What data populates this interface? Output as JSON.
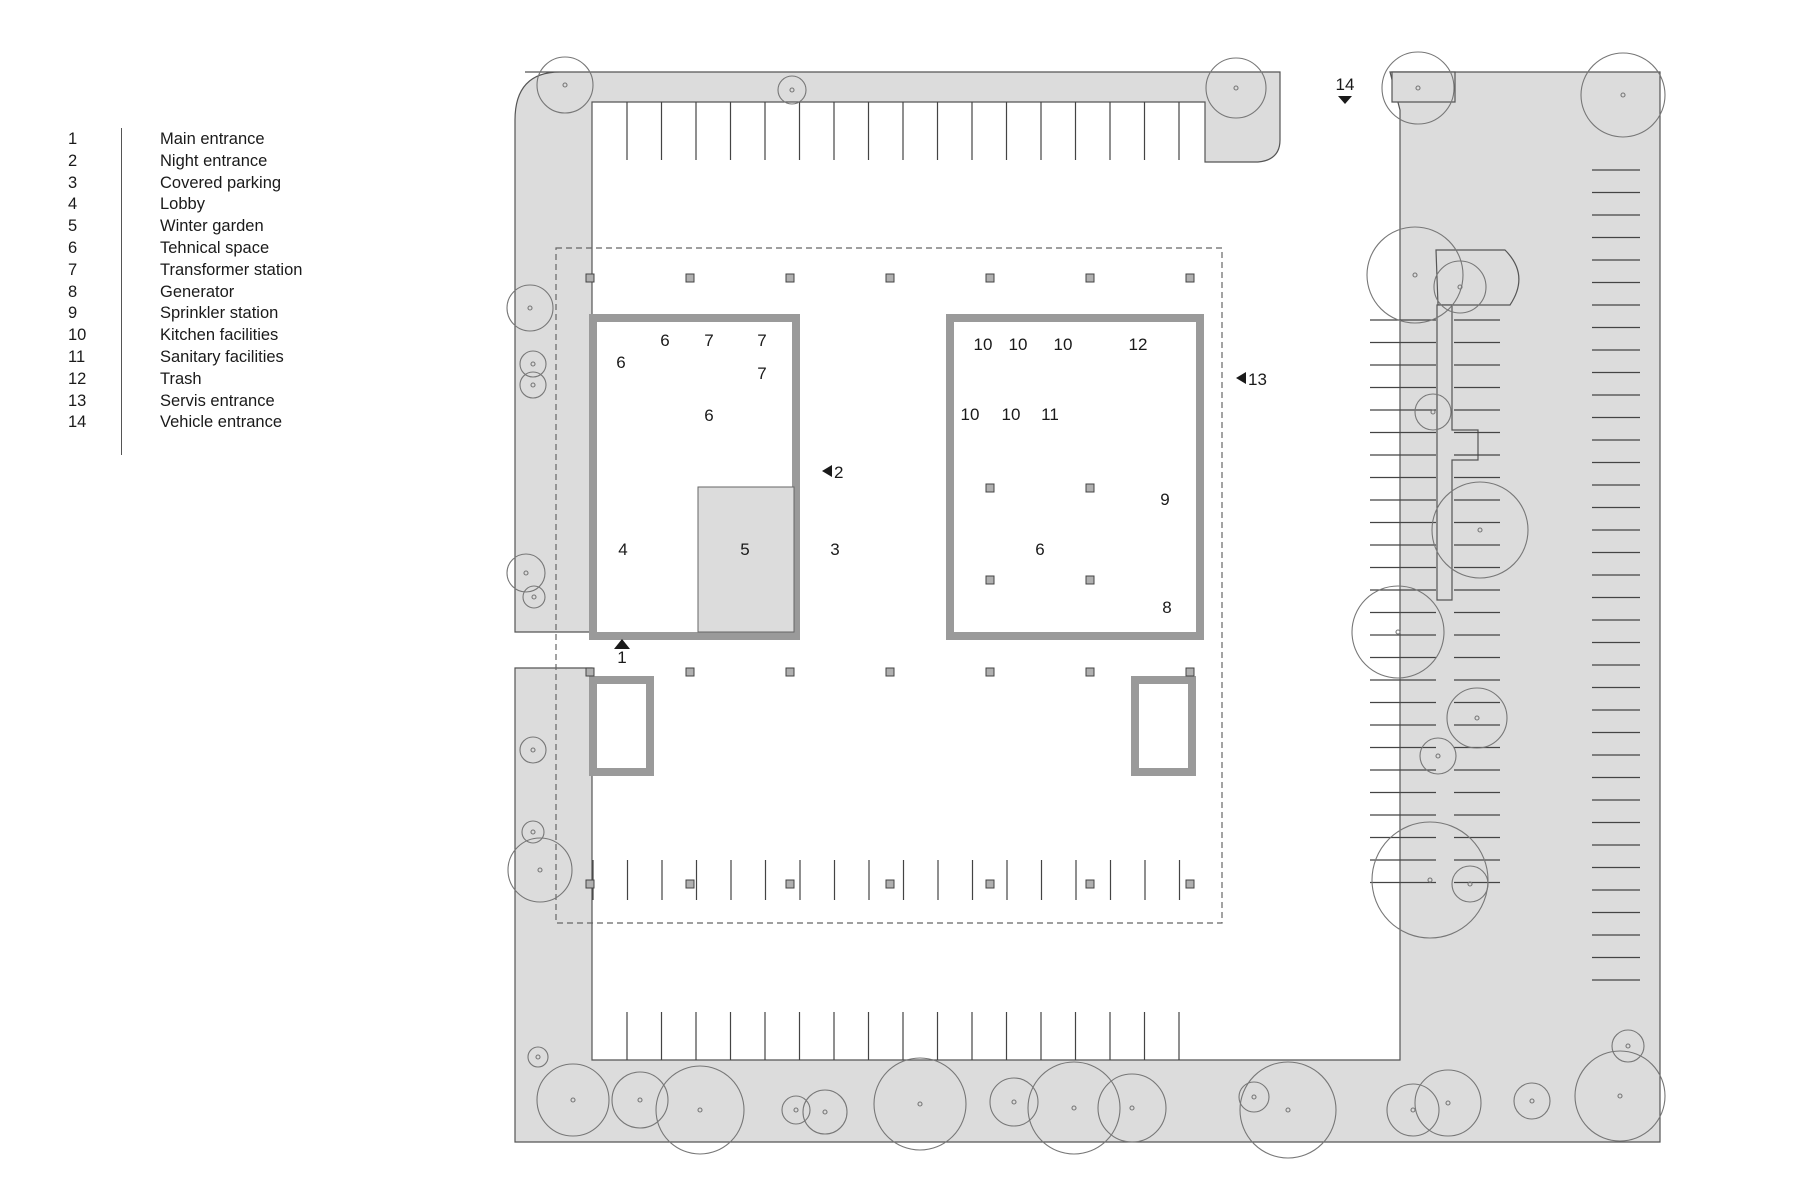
{
  "legend": [
    {
      "num": "1",
      "label": "Main entrance"
    },
    {
      "num": "2",
      "label": "Night entrance"
    },
    {
      "num": "3",
      "label": "Covered parking"
    },
    {
      "num": "4",
      "label": "Lobby"
    },
    {
      "num": "5",
      "label": "Winter garden"
    },
    {
      "num": "6",
      "label": "Tehnical space"
    },
    {
      "num": "7",
      "label": "Transformer station"
    },
    {
      "num": "8",
      "label": "Generator"
    },
    {
      "num": "9",
      "label": "Sprinkler station"
    },
    {
      "num": "10",
      "label": "Kitchen facilities"
    },
    {
      "num": "11",
      "label": "Sanitary facilities"
    },
    {
      "num": "12",
      "label": "Trash"
    },
    {
      "num": "13",
      "label": "Servis entrance"
    },
    {
      "num": "14",
      "label": "Vehicle entrance"
    }
  ],
  "plan": {
    "room_labels": {
      "lobby": "4",
      "winter_garden": "5",
      "covered_parking": "3",
      "tech_space_west_large": "6",
      "tech_space_west_small": "6",
      "tech_space_west_lower": "6",
      "transformer_a": "7",
      "transformer_b": "7",
      "transformer_c": "7",
      "tech_space_east": "6",
      "kitchen_a": "10",
      "kitchen_b": "10",
      "kitchen_c": "10",
      "kitchen_d": "10",
      "kitchen_e": "10",
      "sanitary": "11",
      "trash": "12",
      "sprinkler": "9",
      "generator": "8"
    },
    "markers": {
      "main_entrance": "1",
      "night_entrance": "2",
      "service_entrance": "13",
      "vehicle_entrance": "14"
    }
  },
  "colors": {
    "landscape": "#dcdcdc",
    "wall": "#9a9a9a",
    "line": "#444444",
    "tree": "#777777"
  }
}
